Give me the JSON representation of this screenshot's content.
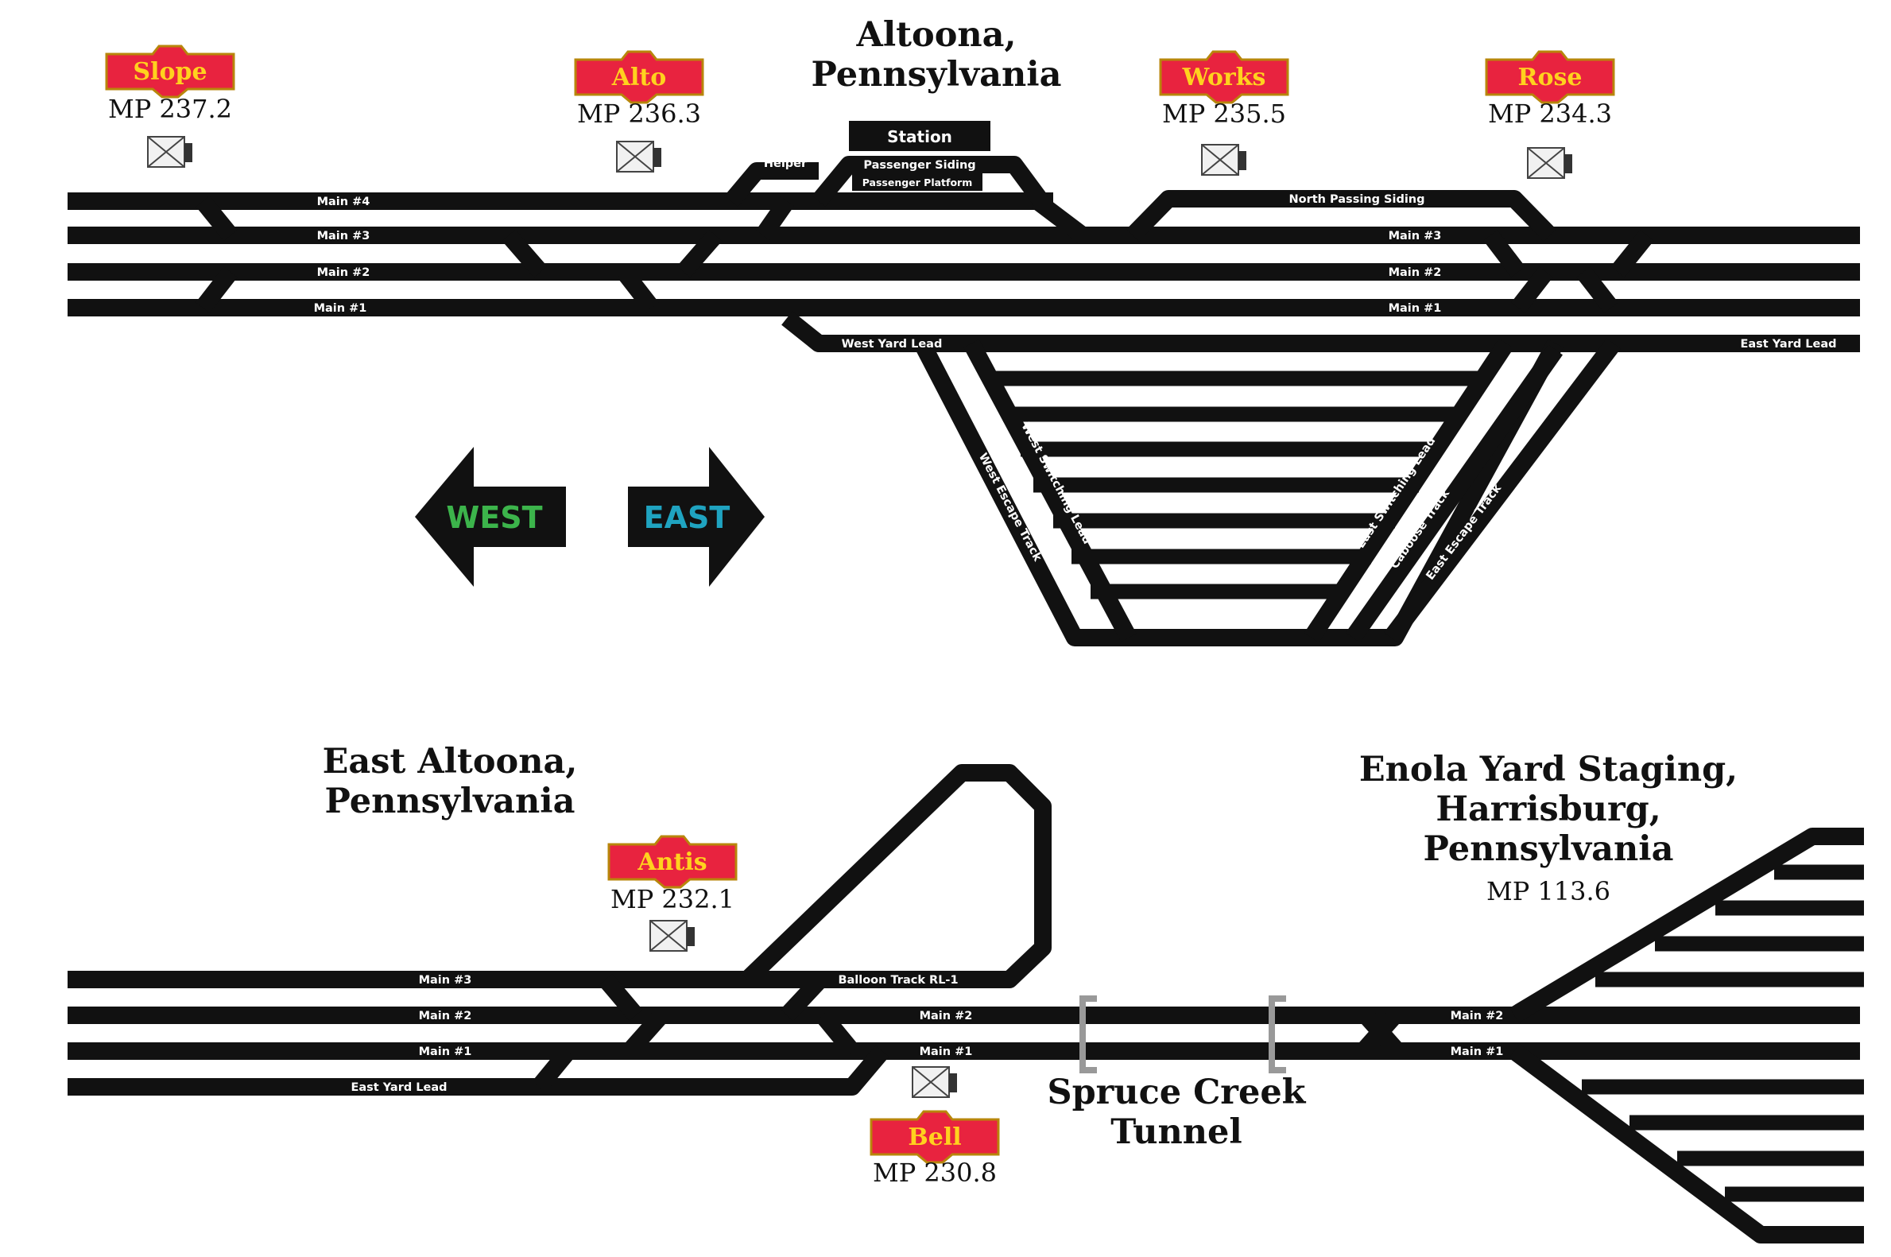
{
  "titles": {
    "altoona": [
      "Altoona,",
      "Pennsylvania"
    ],
    "east_altoona": [
      "East Altoona,",
      "Pennsylvania"
    ],
    "enola": [
      "Enola Yard Staging,",
      "Harrisburg,",
      "Pennsylvania"
    ],
    "enola_mp": "MP 113.6",
    "tunnel": [
      "Spruce Creek",
      "Tunnel"
    ]
  },
  "towers": [
    {
      "name": "Slope",
      "mp": "MP 237.2"
    },
    {
      "name": "Alto",
      "mp": "MP 236.3"
    },
    {
      "name": "Works",
      "mp": "MP 235.5"
    },
    {
      "name": "Rose",
      "mp": "MP 234.3"
    },
    {
      "name": "Antis",
      "mp": "MP 232.1"
    },
    {
      "name": "Bell",
      "mp": "MP 230.8"
    }
  ],
  "directions": {
    "west": "WEST",
    "east": "EAST"
  },
  "colors": {
    "west": "#3cb44b",
    "east": "#1fa3c0",
    "keystone_red": "#e8233f",
    "keystone_text": "#ffd21e"
  },
  "station": {
    "label": "Station",
    "passenger_siding": "Passenger Siding",
    "passenger_platform": "Passenger Platform",
    "helper": "Helper"
  },
  "track_labels_top": {
    "main4": "Main #4",
    "main3_w": "Main #3",
    "main2_w": "Main #2",
    "main1_w": "Main #1",
    "north_passing": "North Passing Siding",
    "main3_e": "Main #3",
    "main2_e": "Main #2",
    "main1_e": "Main #1",
    "west_yard_lead": "West Yard Lead",
    "east_yard_lead": "East Yard Lead",
    "west_escape": "West Escape Track",
    "west_switching": "West Switching Lead",
    "east_switching": "East Switching Lead",
    "caboose": "Caboose Track",
    "east_escape": "East Escape Track"
  },
  "track_labels_bottom": {
    "main3": "Main #3",
    "main2_w": "Main #2",
    "main1_w": "Main #1",
    "east_yard_lead": "East Yard Lead",
    "balloon": "Balloon Track RL-1",
    "main2_m": "Main #2",
    "main1_m": "Main #1",
    "main2_e": "Main #2",
    "main1_e": "Main #1"
  }
}
